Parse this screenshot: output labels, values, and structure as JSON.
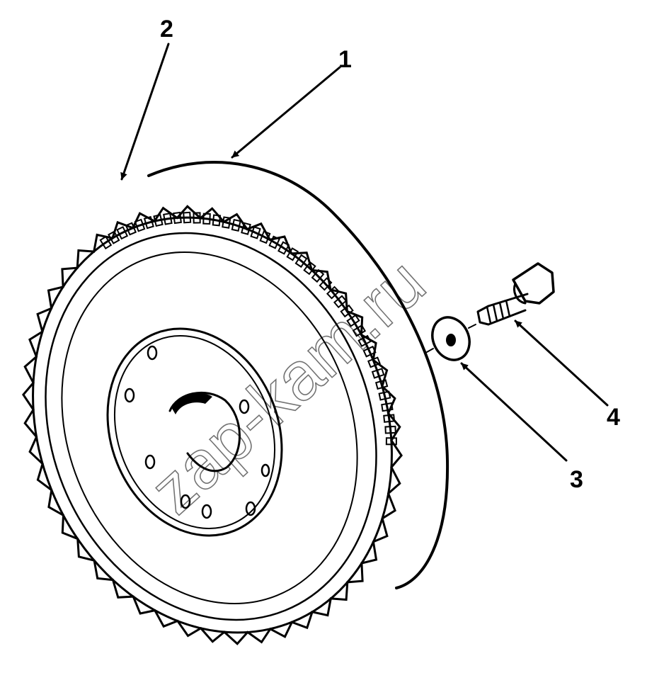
{
  "callouts": [
    {
      "id": "1",
      "label": "1",
      "part": "flywheel"
    },
    {
      "id": "2",
      "label": "2",
      "part": "ring-gear"
    },
    {
      "id": "3",
      "label": "3",
      "part": "washer"
    },
    {
      "id": "4",
      "label": "4",
      "part": "bolt"
    }
  ],
  "watermark": "zap-kam.ru",
  "colors": {
    "ink": "#000000",
    "background": "#ffffff"
  }
}
